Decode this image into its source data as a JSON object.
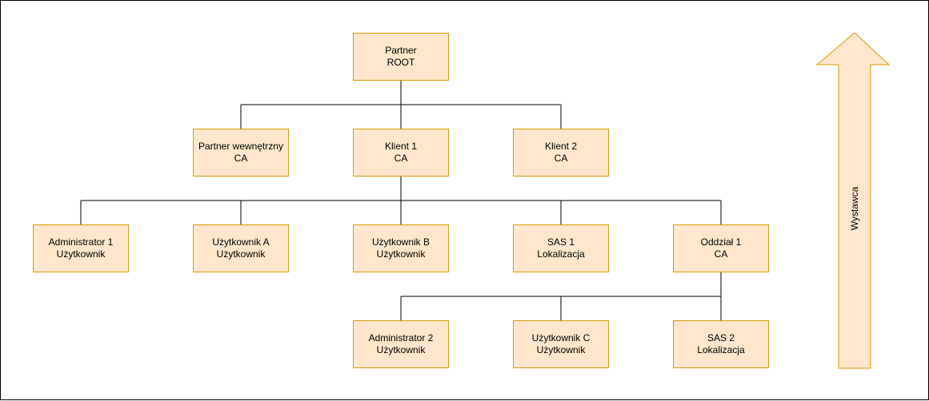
{
  "diagram": {
    "nodes": [
      {
        "id": "partner-root",
        "line1": "Partner",
        "line2": "ROOT"
      },
      {
        "id": "partner-wewnetrzny",
        "line1": "Partner wewnętrzny",
        "line2": "CA"
      },
      {
        "id": "klient-1",
        "line1": "Klient 1",
        "line2": "CA"
      },
      {
        "id": "klient-2",
        "line1": "Klient 2",
        "line2": "CA"
      },
      {
        "id": "administrator-1",
        "line1": "Administrator 1",
        "line2": "Użytkownik"
      },
      {
        "id": "uzytkownik-a",
        "line1": "Użytkownik A",
        "line2": "Użytkownik"
      },
      {
        "id": "uzytkownik-b",
        "line1": "Użytkownik B",
        "line2": "Użytkownik"
      },
      {
        "id": "sas-1",
        "line1": "SAS 1",
        "line2": "Lokalizacja"
      },
      {
        "id": "oddzial-1",
        "line1": "Oddział 1",
        "line2": "CA"
      },
      {
        "id": "administrator-2",
        "line1": "Administrator 2",
        "line2": "Użytkownik"
      },
      {
        "id": "uzytkownik-c",
        "line1": "Użytkownik C",
        "line2": "Użytkownik"
      },
      {
        "id": "sas-2",
        "line1": "SAS 2",
        "line2": "Lokalizacja"
      }
    ],
    "edges": [
      {
        "from": "partner-root",
        "to": [
          "partner-wewnetrzny",
          "klient-1",
          "klient-2"
        ]
      },
      {
        "from": "klient-1",
        "to": [
          "administrator-1",
          "uzytkownik-a",
          "uzytkownik-b",
          "sas-1",
          "oddzial-1"
        ]
      },
      {
        "from": "oddzial-1",
        "to": [
          "administrator-2",
          "uzytkownik-c",
          "sas-2"
        ]
      }
    ],
    "arrow_label": "Wystawca",
    "colors": {
      "node_fill": "#ffe6cc",
      "node_stroke": "#d79b00",
      "edge": "#000000"
    }
  }
}
